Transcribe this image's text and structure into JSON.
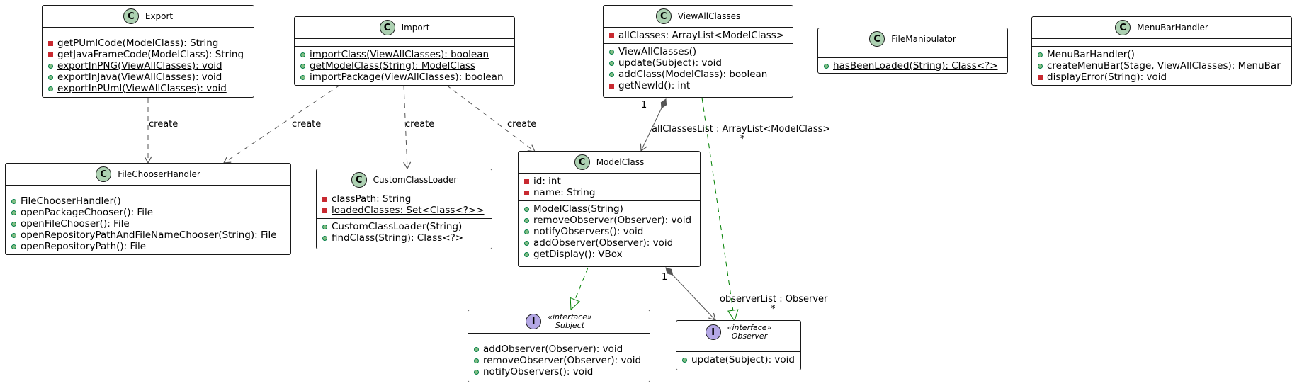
{
  "diagram": {
    "classes": {
      "export": {
        "name": "Export",
        "methods": [
          {
            "text": "getPUmlCode(ModelClass): String",
            "vis": "private",
            "static": false
          },
          {
            "text": "getJavaFrameCode(ModelClass): String",
            "vis": "private",
            "static": false
          },
          {
            "text": "exportInPNG(ViewAllClasses): void",
            "vis": "public",
            "static": true
          },
          {
            "text": "exportInJava(ViewAllClasses): void",
            "vis": "public",
            "static": true
          },
          {
            "text": "exportInPUml(ViewAllClasses): void",
            "vis": "public",
            "static": true
          }
        ]
      },
      "import": {
        "name": "Import",
        "methods": [
          {
            "text": "importClass(ViewAllClasses): boolean",
            "vis": "public",
            "static": true
          },
          {
            "text": "getModelClass(String): ModelClass",
            "vis": "public",
            "static": true
          },
          {
            "text": "importPackage(ViewAllClasses): boolean",
            "vis": "public",
            "static": true
          }
        ]
      },
      "viewallclasses": {
        "name": "ViewAllClasses",
        "fields": [
          {
            "text": "allClasses: ArrayList<ModelClass>",
            "vis": "private",
            "static": false
          }
        ],
        "methods": [
          {
            "text": "ViewAllClasses()",
            "vis": "public",
            "static": false
          },
          {
            "text": "update(Subject): void",
            "vis": "public",
            "static": false
          },
          {
            "text": "addClass(ModelClass): boolean",
            "vis": "public",
            "static": false
          },
          {
            "text": "getNewId(): int",
            "vis": "private",
            "static": false
          }
        ]
      },
      "filemanipulator": {
        "name": "FileManipulator",
        "methods": [
          {
            "text": "hasBeenLoaded(String): Class<?>",
            "vis": "public",
            "static": true
          }
        ]
      },
      "menubarhandler": {
        "name": "MenuBarHandler",
        "methods": [
          {
            "text": "MenuBarHandler()",
            "vis": "public",
            "static": false
          },
          {
            "text": "createMenuBar(Stage, ViewAllClasses): MenuBar",
            "vis": "public",
            "static": false
          },
          {
            "text": "displayError(String): void",
            "vis": "private",
            "static": false
          }
        ]
      },
      "filechooserhandler": {
        "name": "FileChooserHandler",
        "methods": [
          {
            "text": "FileChooserHandler()",
            "vis": "public",
            "static": false
          },
          {
            "text": "openPackageChooser(): File",
            "vis": "public",
            "static": false
          },
          {
            "text": "openFileChooser(): File",
            "vis": "public",
            "static": false
          },
          {
            "text": "openRepositoryPathAndFileNameChooser(String): File",
            "vis": "public",
            "static": false
          },
          {
            "text": "openRepositoryPath(): File",
            "vis": "public",
            "static": false
          }
        ]
      },
      "customclassloader": {
        "name": "CustomClassLoader",
        "fields": [
          {
            "text": "classPath: String",
            "vis": "private",
            "static": false
          },
          {
            "text": "loadedClasses: Set<Class<?>>",
            "vis": "private",
            "static": true
          }
        ],
        "methods": [
          {
            "text": "CustomClassLoader(String)",
            "vis": "public",
            "static": false
          },
          {
            "text": "findClass(String): Class<?>",
            "vis": "public",
            "static": true
          }
        ]
      },
      "modelclass": {
        "name": "ModelClass",
        "fields": [
          {
            "text": "id: int",
            "vis": "private",
            "static": false
          },
          {
            "text": "name: String",
            "vis": "private",
            "static": false
          }
        ],
        "methods": [
          {
            "text": "ModelClass(String)",
            "vis": "public",
            "static": false
          },
          {
            "text": "removeObserver(Observer): void",
            "vis": "public",
            "static": false
          },
          {
            "text": "notifyObservers(): void",
            "vis": "public",
            "static": false
          },
          {
            "text": "addObserver(Observer): void",
            "vis": "public",
            "static": false
          },
          {
            "text": "getDisplay(): VBox",
            "vis": "public",
            "static": false
          }
        ]
      },
      "subject": {
        "name": "Subject",
        "stereotype": "«interface»",
        "methods": [
          {
            "text": "addObserver(Observer): void",
            "vis": "public",
            "static": false
          },
          {
            "text": "removeObserver(Observer): void",
            "vis": "public",
            "static": false
          },
          {
            "text": "notifyObservers(): void",
            "vis": "public",
            "static": false
          }
        ]
      },
      "observer": {
        "name": "Observer",
        "stereotype": "«interface»",
        "methods": [
          {
            "text": "update(Subject): void",
            "vis": "public",
            "static": false
          }
        ]
      }
    },
    "edge_labels": {
      "export_create": "create",
      "import_filechooser": "create",
      "import_customloader": "create",
      "import_modelclass": "create",
      "vac_one": "1",
      "vac_role": "allClassesList : ArrayList<ModelClass>",
      "vac_many": "*",
      "mc_one": "1",
      "mc_role": "observerList : Observer",
      "mc_many": "*"
    },
    "colors": {
      "border": "#181818",
      "class_circle": "#add1b2",
      "interface_circle": "#b4a7e5",
      "dependency_arrow": "#555555",
      "realization_arrow": "#008000",
      "public_marker": "#84be84",
      "private_marker": "#c82930"
    }
  }
}
